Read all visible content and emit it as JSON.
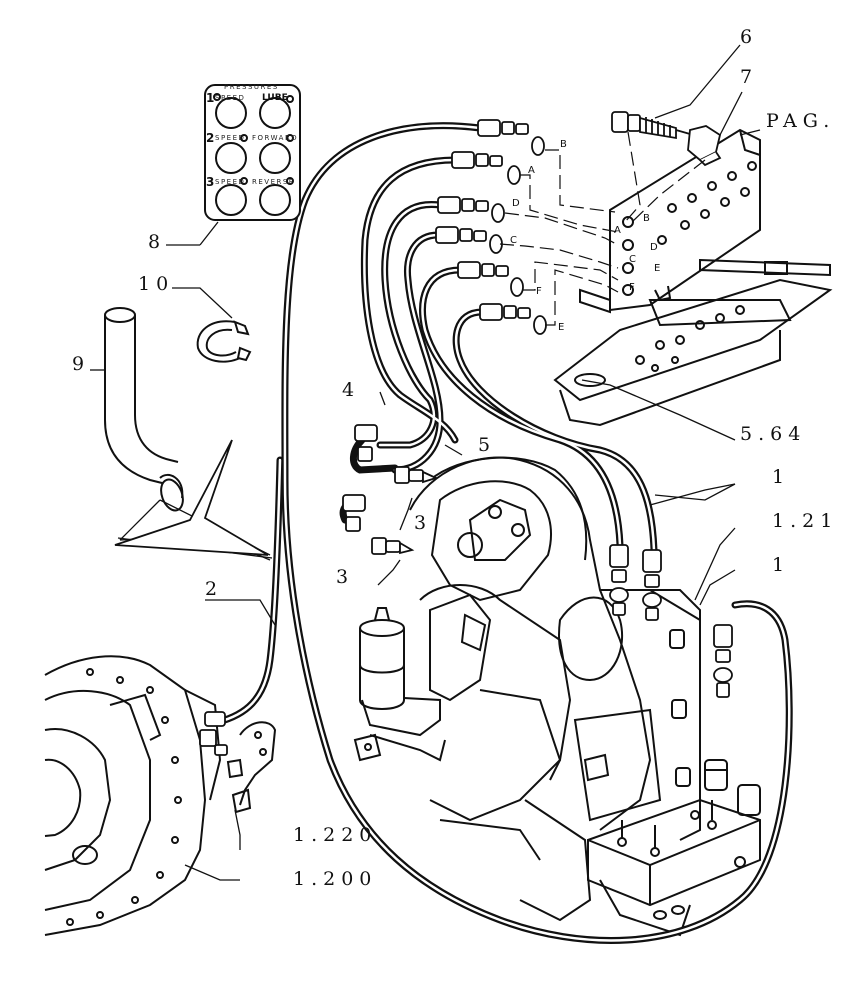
{
  "callouts": {
    "c1": "1",
    "c1b": "1",
    "c2": "2",
    "c3a": "3",
    "c3b": "3",
    "c4": "4",
    "c5": "5",
    "c6": "6",
    "c7": "7",
    "c8": "8",
    "c9": "9",
    "c10": "10",
    "c121": "1.21",
    "c1220": "1.220",
    "c1200": "1.200",
    "c564": "5.64",
    "cpag": "PAG."
  },
  "ports": {
    "hose_end": [
      "B",
      "A",
      "D",
      "C",
      "F",
      "E"
    ],
    "block": [
      "A",
      "B",
      "D",
      "C",
      "E",
      "F"
    ]
  },
  "panel": {
    "title": "PRESSURES",
    "row1_num": "1",
    "row1_left": "SPEED",
    "row1_right": "LUBE",
    "row2_num": "2",
    "row2_left": "SPEED",
    "row2_right": "FORWARD",
    "row3_num": "3",
    "row3_left": "SPEED",
    "row3_right": "REVERSE"
  }
}
